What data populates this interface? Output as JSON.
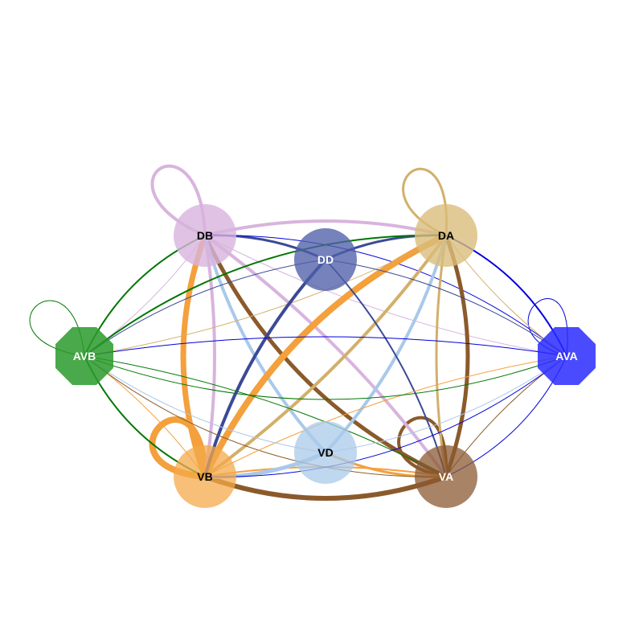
{
  "nodes": [
    {
      "id": "DB",
      "label": "DB",
      "shape": "circle",
      "fill": "#d8b4dd",
      "opacity": 0.8,
      "text_color": "#000000"
    },
    {
      "id": "DD",
      "label": "DD",
      "shape": "circle",
      "fill": "#4f5fa8",
      "opacity": 0.78,
      "text_color": "#ffffff"
    },
    {
      "id": "DA",
      "label": "DA",
      "shape": "circle",
      "fill": "#d9bd7b",
      "opacity": 0.8,
      "text_color": "#000000"
    },
    {
      "id": "AVB",
      "label": "AVB",
      "shape": "octagon",
      "fill": "#2a9a2a",
      "opacity": 0.85,
      "text_color": "#ffffff"
    },
    {
      "id": "AVA",
      "label": "AVA",
      "shape": "octagon",
      "fill": "#2a2aff",
      "opacity": 0.85,
      "text_color": "#ffffff"
    },
    {
      "id": "VD",
      "label": "VD",
      "shape": "circle",
      "fill": "#a9c9ea",
      "opacity": 0.75,
      "text_color": "#000000"
    },
    {
      "id": "VB",
      "label": "VB",
      "shape": "circle",
      "fill": "#f4aa4a",
      "opacity": 0.75,
      "text_color": "#000000"
    },
    {
      "id": "VA",
      "label": "VA",
      "shape": "circle",
      "fill": "#8b5a32",
      "opacity": 0.75,
      "text_color": "#ffffff"
    }
  ],
  "edges": [
    {
      "from": "DB",
      "to": "DB",
      "color": "#d8b4dd",
      "weight": 4
    },
    {
      "from": "DA",
      "to": "DA",
      "color": "#d2b06a",
      "weight": 3
    },
    {
      "from": "AVB",
      "to": "AVB",
      "color": "#007700",
      "weight": 1
    },
    {
      "from": "AVA",
      "to": "AVA",
      "color": "#0000dd",
      "weight": 1
    },
    {
      "from": "VB",
      "to": "VB",
      "color": "#f4a03c",
      "weight": 8
    },
    {
      "from": "VA",
      "to": "VA",
      "color": "#8b5a2b",
      "weight": 4
    },
    {
      "from": "DB",
      "to": "DA",
      "color": "#d8b4dd",
      "weight": 4
    },
    {
      "from": "DB",
      "to": "DD",
      "color": "#3b4a96",
      "weight": 3
    },
    {
      "from": "DA",
      "to": "DD",
      "color": "#3b4a96",
      "weight": 3
    },
    {
      "from": "DB",
      "to": "VB",
      "color": "#f4a03c",
      "weight": 7
    },
    {
      "from": "DB",
      "to": "VB",
      "color": "#d8b4dd",
      "weight": 4
    },
    {
      "from": "DB",
      "to": "VA",
      "color": "#8b5a2b",
      "weight": 5
    },
    {
      "from": "DB",
      "to": "VA",
      "color": "#d8b4dd",
      "weight": 4
    },
    {
      "from": "DB",
      "to": "VD",
      "color": "#a9c9ea",
      "weight": 4
    },
    {
      "from": "DB",
      "to": "AVB",
      "color": "#007700",
      "weight": 2
    },
    {
      "from": "DB",
      "to": "AVB",
      "color": "#d8b4dd",
      "weight": 1
    },
    {
      "from": "DB",
      "to": "AVA",
      "color": "#0000dd",
      "weight": 1
    },
    {
      "from": "DB",
      "to": "AVA",
      "color": "#d8b4dd",
      "weight": 1
    },
    {
      "from": "DA",
      "to": "VB",
      "color": "#f4a03c",
      "weight": 8
    },
    {
      "from": "DA",
      "to": "VB",
      "color": "#d2b06a",
      "weight": 4
    },
    {
      "from": "DA",
      "to": "VA",
      "color": "#8b5a2b",
      "weight": 5
    },
    {
      "from": "DA",
      "to": "VA",
      "color": "#d2b06a",
      "weight": 3
    },
    {
      "from": "DA",
      "to": "VD",
      "color": "#a9c9ea",
      "weight": 4
    },
    {
      "from": "DA",
      "to": "AVB",
      "color": "#007700",
      "weight": 2
    },
    {
      "from": "DA",
      "to": "AVB",
      "color": "#d2b06a",
      "weight": 1
    },
    {
      "from": "DA",
      "to": "AVA",
      "color": "#0000dd",
      "weight": 2
    },
    {
      "from": "DA",
      "to": "AVA",
      "color": "#d2b06a",
      "weight": 1
    },
    {
      "from": "DD",
      "to": "VB",
      "color": "#3b4a96",
      "weight": 4
    },
    {
      "from": "DD",
      "to": "VA",
      "color": "#3b4a96",
      "weight": 2
    },
    {
      "from": "DD",
      "to": "AVB",
      "color": "#3b4a96",
      "weight": 1
    },
    {
      "from": "DD",
      "to": "AVA",
      "color": "#3b4a96",
      "weight": 1
    },
    {
      "from": "VB",
      "to": "VA",
      "color": "#8b5a2b",
      "weight": 6
    },
    {
      "from": "VB",
      "to": "VA",
      "color": "#f4a03c",
      "weight": 2
    },
    {
      "from": "VB",
      "to": "VD",
      "color": "#a9c9ea",
      "weight": 5
    },
    {
      "from": "VA",
      "to": "VD",
      "color": "#f4a03c",
      "weight": 3
    },
    {
      "from": "VB",
      "to": "AVB",
      "color": "#007700",
      "weight": 2
    },
    {
      "from": "VB",
      "to": "AVB",
      "color": "#f4a03c",
      "weight": 1
    },
    {
      "from": "VA",
      "to": "AVB",
      "color": "#8b5a2b",
      "weight": 1
    },
    {
      "from": "VA",
      "to": "AVB",
      "color": "#007700",
      "weight": 1
    },
    {
      "from": "VB",
      "to": "AVA",
      "color": "#0000dd",
      "weight": 1
    },
    {
      "from": "VB",
      "to": "AVA",
      "color": "#f4a03c",
      "weight": 1
    },
    {
      "from": "VA",
      "to": "AVA",
      "color": "#0000dd",
      "weight": 1
    },
    {
      "from": "VA",
      "to": "AVA",
      "color": "#8b5a2b",
      "weight": 1
    },
    {
      "from": "VD",
      "to": "AVB",
      "color": "#a9c9ea",
      "weight": 1
    },
    {
      "from": "VD",
      "to": "AVA",
      "color": "#a9c9ea",
      "weight": 1
    },
    {
      "from": "AVB",
      "to": "AVA",
      "color": "#007700",
      "weight": 1
    },
    {
      "from": "AVB",
      "to": "AVA",
      "color": "#0000dd",
      "weight": 1
    }
  ]
}
